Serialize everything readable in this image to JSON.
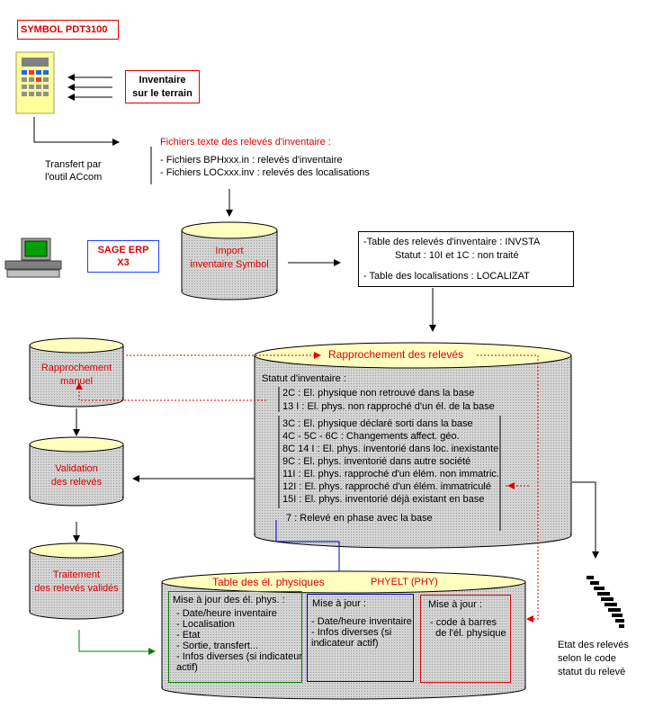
{
  "device_label": "SYMBOL PDT3100",
  "field_inventory": "Inventaire\nsur le terrain",
  "transfer": "Transfert par\nl'outil ACcom",
  "text_files": {
    "title": "Fichiers texte des relevés d'inventaire :",
    "line1": "- Fichiers BPHxxx.in  : relevés d'inventaire",
    "line2": "- Fichiers LOCxxx.inv : relevés des localisations"
  },
  "sage": "SAGE ERP\nX3",
  "import_cyl": "Import\ninventaire Symbol",
  "tables_box": {
    "line1": "-Table des relevés d'inventaire : INVSTA",
    "line2": "Statut : 10I et 1C : non traité",
    "line3": "- Table des localisations : LOCALIZAT"
  },
  "manual_cyl": "Rapprochement\nmanuel",
  "validation_cyl": "Validation\ndes relevés",
  "treatment_cyl": "Traitement\ndes relevés validés",
  "big_cyl": {
    "title": "Rapprochement des relevés",
    "status_title": "Statut d'inventaire :",
    "group1": [
      "2C : El. physique non retrouvé dans la base",
      "13 I : El. phys. non rapproché d'un él. de la base"
    ],
    "group2": [
      "3C : El. physique déclaré sorti dans la base",
      "4C - 5C - 6C :  Changements affect. géo.",
      "8C  14 I : El. phys. inventorié dans loc. inexistante",
      "9C : El. phys. inventorié dans autre société",
      "11I : El. phys. rapproché d'un élém. non immatric.",
      "12I : El. phys. rapproché d'un élém. immatriculé",
      "15I : El. phys. inventorié déjà existant en base"
    ],
    "status7": "7  :  Relevé en phase avec la base"
  },
  "phys_table": {
    "title": "Table  des  él. physiques",
    "code": "PHYELT  (PHY)",
    "box1": {
      "title": "Mise à jour des él. phys. :",
      "items": [
        "- Date/heure inventaire",
        "- Localisation",
        "- Etat",
        "- Sortie, transfert...",
        "- Infos diverses (si indicateur",
        "  actif)"
      ]
    },
    "box2": {
      "title": "Mise à jour :",
      "items": [
        "- Date/heure inventaire",
        "- Infos diverses (si",
        "indicateur actif)"
      ]
    },
    "box3": {
      "title": "Mise à jour :",
      "items": [
        "- code à barres",
        "  de l'él. physique"
      ]
    }
  },
  "status_caption": "Etat des relevés\nselon le code\nstatut du relevé",
  "colors": {
    "red": "#e00000",
    "cyl_fill": "#c8c8c8",
    "cyl_top": "#ffffc0",
    "green": "#008000",
    "blue": "#0000c0"
  }
}
